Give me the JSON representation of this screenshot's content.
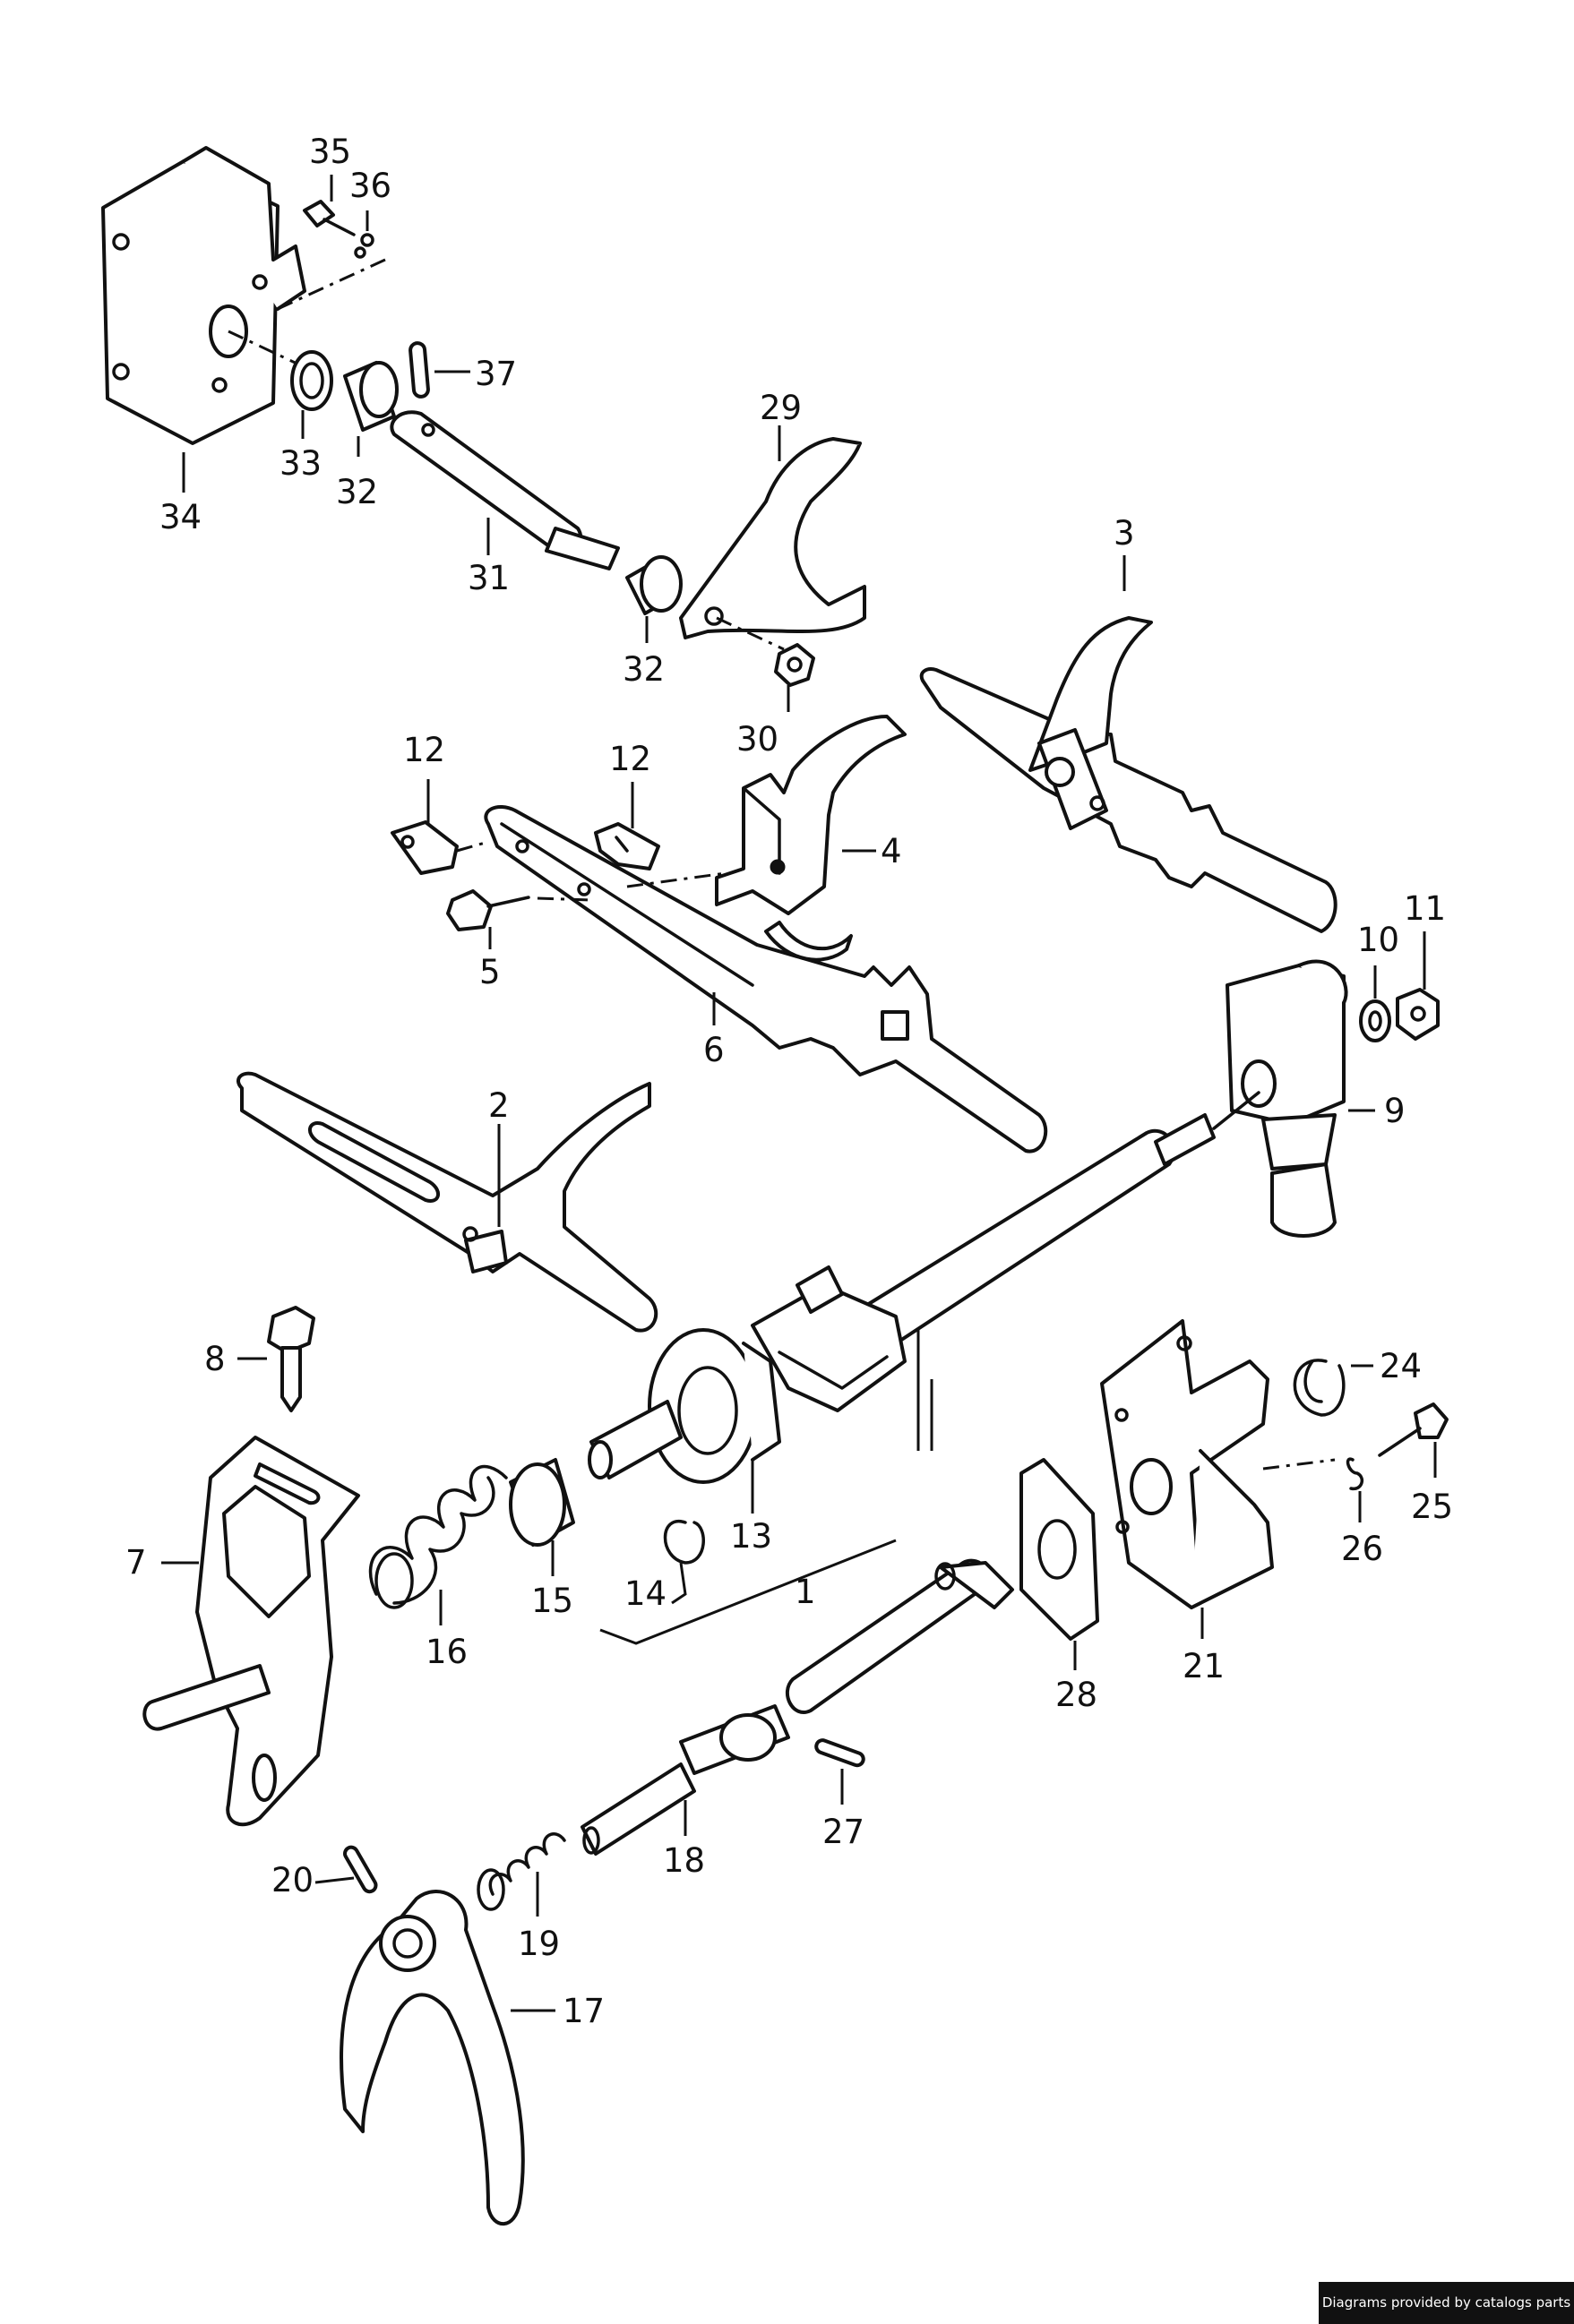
{
  "colors": {
    "ink": "#111111",
    "paper": "#ffffff",
    "credit_bg": "#111111",
    "credit_text": "#ffffff"
  },
  "labels": {
    "p1": "1",
    "p2": "2",
    "p3": "3",
    "p4": "4",
    "p5": "5",
    "p6": "6",
    "p7": "7",
    "p8": "8",
    "p9": "9",
    "p10": "10",
    "p11": "11",
    "p12a": "12",
    "p12b": "12",
    "p13": "13",
    "p14": "14",
    "p15": "15",
    "p16": "16",
    "p17": "17",
    "p18": "18",
    "p19": "19",
    "p20": "20",
    "p21": "21",
    "p24": "24",
    "p25": "25",
    "p26": "26",
    "p27": "27",
    "p28": "28",
    "p29": "29",
    "p30": "30",
    "p31": "31",
    "p32a": "32",
    "p32b": "32",
    "p33": "33",
    "p34": "34",
    "p35": "35",
    "p36": "36",
    "p37": "37"
  },
  "credit": "Diagrams provided by catalogs parts"
}
